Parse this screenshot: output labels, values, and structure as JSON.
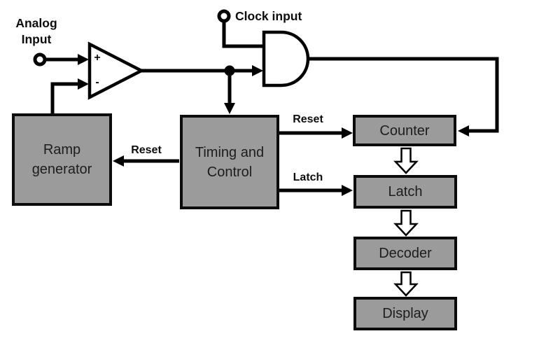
{
  "diagram": {
    "type": "block-diagram",
    "subject": "ramp-type ADC block diagram",
    "blocks": {
      "ramp_generator": "Ramp generator",
      "timing_control": "Timing and Control",
      "counter": "Counter",
      "latch": "Latch",
      "decoder": "Decoder",
      "display": "Display"
    },
    "signals": {
      "analog_input": "Analog Input",
      "clock_input": "Clock input",
      "reset_to_ramp": "Reset",
      "reset_to_counter": "Reset",
      "latch_to_latch": "Latch"
    },
    "comparator": {
      "plus_label": "+",
      "minus_label": "-"
    },
    "colors": {
      "block_fill": "#9b9b9b",
      "block_border": "#0c0c0c",
      "line": "#000000",
      "text": "#1d1d1d",
      "background": "#ffffff"
    }
  }
}
